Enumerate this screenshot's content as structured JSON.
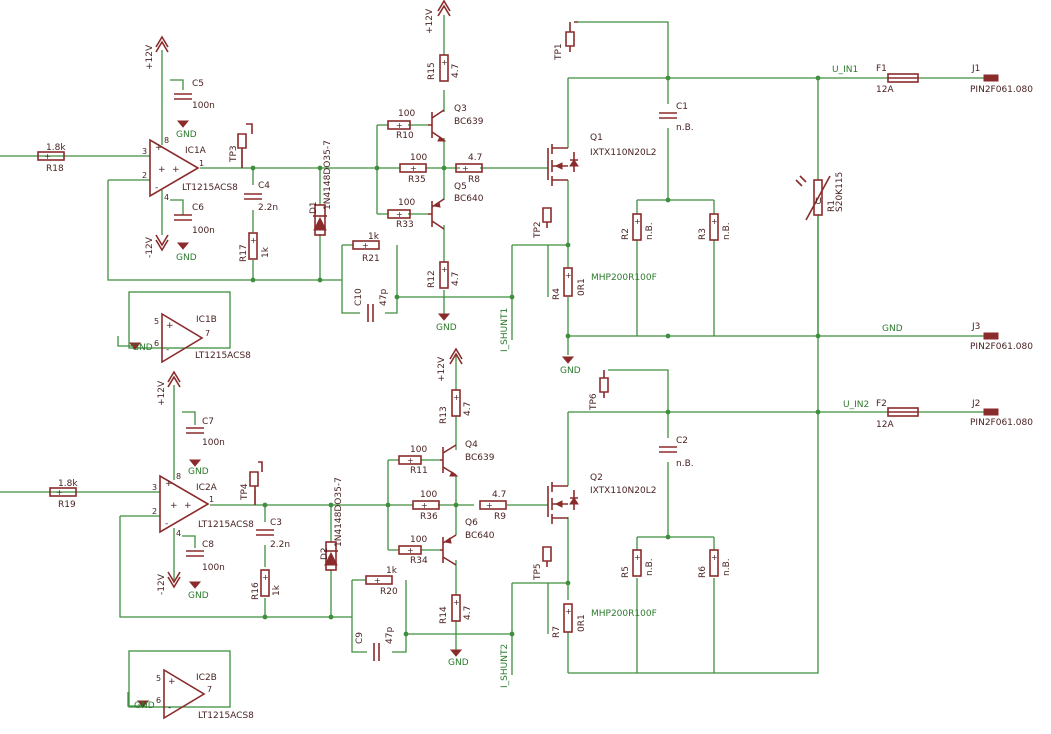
{
  "designators": {
    "R18": "R18",
    "R19": "R19",
    "R17": "R17",
    "R16": "R16",
    "R10": "R10",
    "R35": "R35",
    "R33": "R33",
    "R11": "R11",
    "R36": "R36",
    "R34": "R34",
    "R15": "R15",
    "R12": "R12",
    "R13": "R13",
    "R14": "R14",
    "R8": "R8",
    "R9": "R9",
    "R21": "R21",
    "R20": "R20",
    "R2": "R2",
    "R3": "R3",
    "R4": "R4",
    "R5": "R5",
    "R6": "R6",
    "R7": "R7",
    "R1": "R1",
    "C1": "C1",
    "C2": "C2",
    "C3": "C3",
    "C4": "C4",
    "C5": "C5",
    "C6": "C6",
    "C7": "C7",
    "C8": "C8",
    "C9": "C9",
    "C10": "C10",
    "IC1A": "IC1A",
    "IC1B": "IC1B",
    "IC2A": "IC2A",
    "IC2B": "IC2B",
    "Q1": "Q1",
    "Q2": "Q2",
    "Q3": "Q3",
    "Q4": "Q4",
    "Q5": "Q5",
    "Q6": "Q6",
    "D1": "D1",
    "D2": "D2",
    "F1": "F1",
    "F2": "F2",
    "J1": "J1",
    "J2": "J2",
    "J3": "J3",
    "TP1": "TP1",
    "TP2": "TP2",
    "TP3": "TP3",
    "TP4": "TP4",
    "TP5": "TP5",
    "TP6": "TP6"
  },
  "values": {
    "r_1k8": "1.8k",
    "r_1k": "1k",
    "r_100": "100",
    "r_4r7": "4.7",
    "r_0r1": "0R1",
    "r_nb": "n.B.",
    "c_100n": "100n",
    "c_2n2": "2.2n",
    "c_47p": "47p",
    "c_nb": "n.B.",
    "opamp": "LT1215ACS8",
    "diode": "1N4148DO35-7",
    "q_mosfet": "IXTX110N20L2",
    "q_npn": "BC639",
    "q_pnp": "BC640",
    "fuse": "12A",
    "connector": "PIN2F061.080",
    "varistor": "S20K115",
    "shunt": "MHP200R100F"
  },
  "nets": {
    "u_in1": "U_IN1",
    "u_in2": "U_IN2",
    "gnd": "GND",
    "plus12": "+12V",
    "minus12": "-12V",
    "i_shunt1": "I_SHUNT1",
    "i_shunt2": "I_SHUNT2"
  },
  "pins": {
    "p1": "1",
    "p2": "2",
    "p3": "3",
    "p4": "4",
    "p5": "5",
    "p6": "6",
    "p7": "7",
    "p8": "8",
    "plus": "+",
    "minus": "-",
    "u": "U"
  },
  "colors": {
    "wire": "#3f8f3f",
    "symbol": "#8b2b2b",
    "text": "#4a2222",
    "net": "#2d7a2d",
    "background": "#ffffff"
  }
}
